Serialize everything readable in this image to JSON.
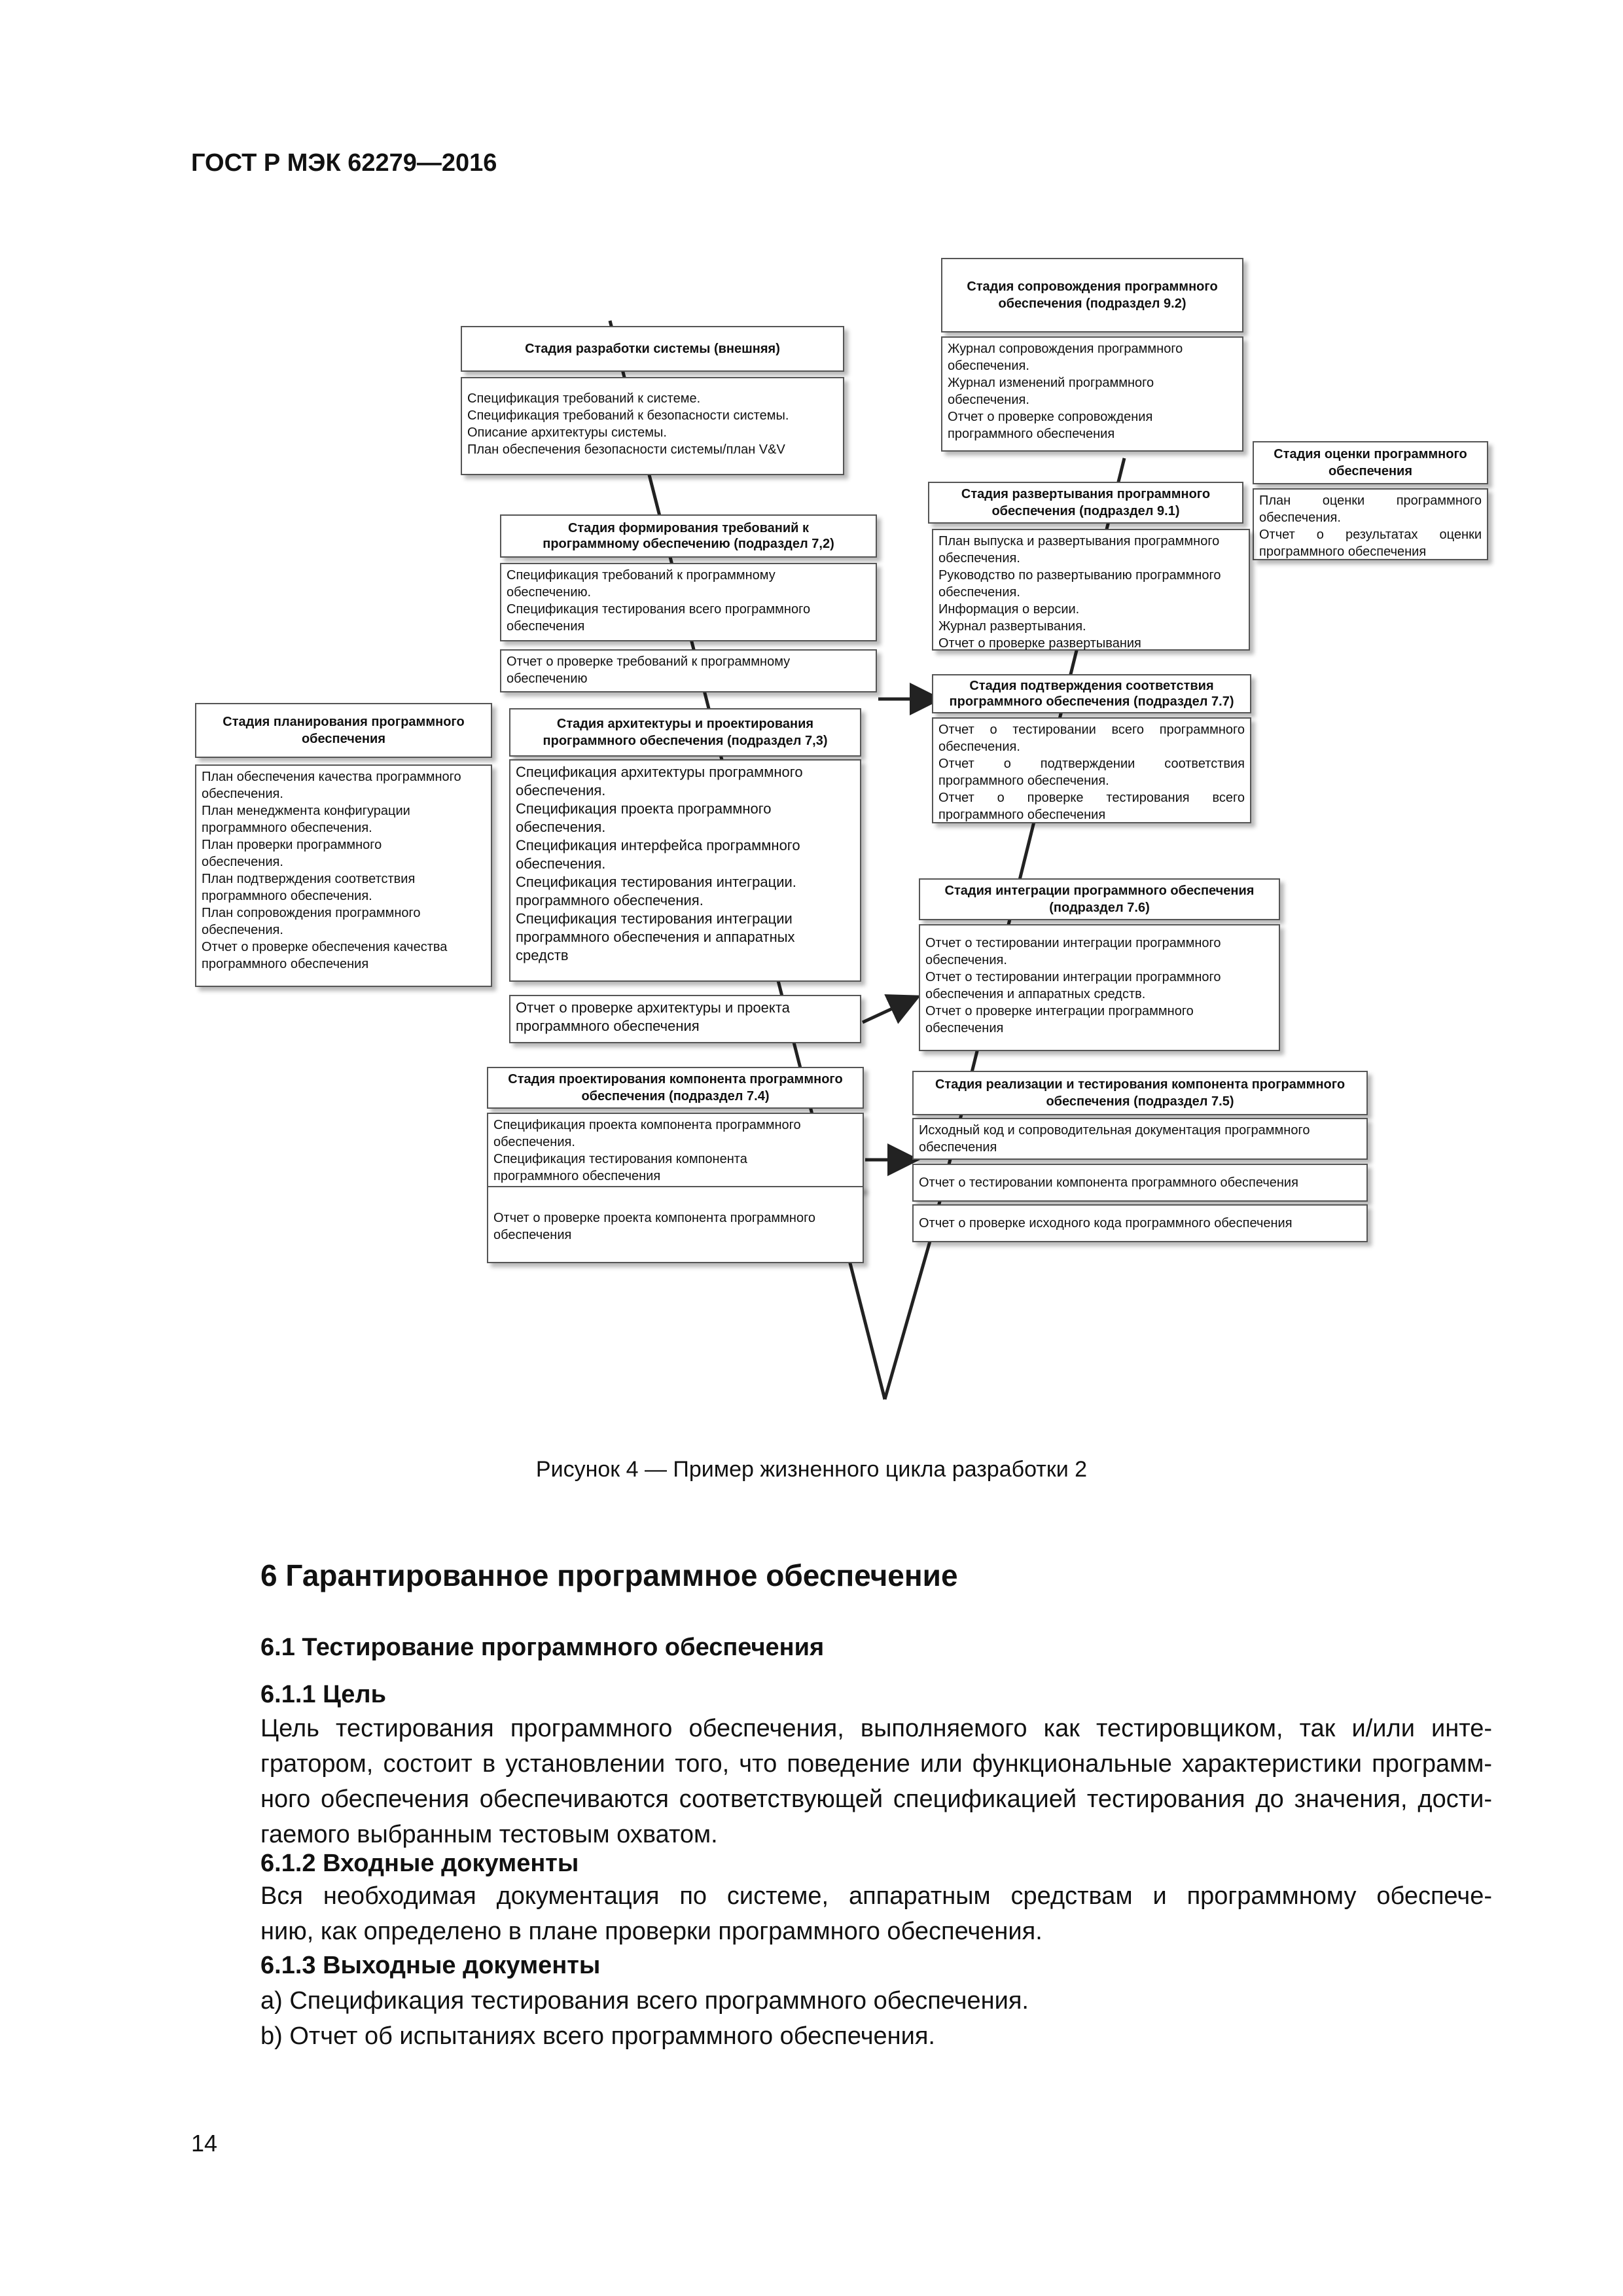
{
  "header": "ГОСТ Р МЭК 62279—2016",
  "diagram": {
    "system_dev": {
      "title": "Стадия разработки системы (внешняя)",
      "lines": [
        "Спецификация  требований к системе.",
        "Спецификация требований к безопасности системы.",
        "Описание архитектуры системы.",
        "План обеспечения безопасности системы/план V&V"
      ]
    },
    "req": {
      "title": [
        "Стадия формирования требований к",
        "программному обеспечению (подраздел 7,2)"
      ],
      "lines": [
        "Спецификация требований к программному",
        "обеспечению.",
        "Спецификация тестирования всего программного",
        "обеспечения"
      ],
      "report": [
        "Отчет о проверке требований к программному",
        "обеспечению"
      ]
    },
    "planning": {
      "title": [
        "Стадия планирования программного",
        "обеспечения"
      ],
      "lines": [
        "План обеспечения качества программного",
        "обеспечения.",
        "План менеджмента конфигурации",
        "программного обеспечения.",
        "План проверки программного",
        "обеспечения.",
        "План подтверждения соответствия",
        "программного обеспечения.",
        "План сопровождения программного",
        "обеспечения.",
        "Отчет о проверке обеспечения качества",
        "программного обеспечения"
      ]
    },
    "arch": {
      "title": [
        "Стадия архитектуры и проектирования",
        "программного обеспечения (подраздел 7,3)"
      ],
      "lines": [
        "Спецификация архитектуры программного",
        "обеспечения.",
        "Спецификация проекта программного",
        "обеспечения.",
        "Спецификация интерфейса программного",
        "обеспечения.",
        "Спецификация тестирования интеграции.",
        "программного обеспечения.",
        "Спецификация тестирования интеграции",
        "программного обеспечения и аппаратных",
        "средств"
      ],
      "report": [
        "Отчет о проверке архитектуры и проекта",
        "программного обеспечения"
      ]
    },
    "component": {
      "title": [
        "Стадия проектирования компонента программного",
        "обеспечения (подраздел 7.4)"
      ],
      "lines": [
        "Спецификация проекта компонента программного",
        "обеспечения.",
        "Спецификация тестирования компонента",
        "программного обеспечения"
      ],
      "report": [
        "Отчет о проверке проекта компонента программного",
        "обеспечения"
      ]
    },
    "maintenance": {
      "title": [
        "Стадия сопровождения программного",
        "обеспечения (подраздел 9.2)"
      ],
      "lines": [
        "Журнал сопровождения программного",
        "обеспечения.",
        "Журнал изменений программного",
        "обеспечения.",
        "Отчет о проверке сопровождения",
        "программного обеспечения"
      ]
    },
    "assessment": {
      "title": [
        "Стадия оценки программного",
        "обеспечения"
      ],
      "lines": [
        "План оценки программного",
        "обеспечения.",
        "Отчет о результатах оценки",
        "программного обеспечения"
      ]
    },
    "deployment": {
      "title": [
        "Стадия развертывания программного",
        "обеспечения (подраздел 9.1)"
      ],
      "lines": [
        "План выпуска и развертывания программного",
        "обеспечения.",
        "Руководство по развертыванию программного",
        "обеспечения.",
        "Информация о версии.",
        "Журнал развертывания.",
        "Отчет о проверке развертывания"
      ]
    },
    "validation": {
      "title": [
        "Стадия подтверждения соответствия",
        "программного обеспечения (подраздел 7.7)"
      ],
      "lines": [
        "Отчет о тестировании всего программного",
        "обеспечения.",
        "Отчет о подтверждении соответствия",
        "программного обеспечения.",
        "Отчет о проверке тестирования всего",
        "программного обеспечения"
      ]
    },
    "integration": {
      "title": [
        "Стадия интеграции программного обеспечения",
        "(подраздел 7.6)"
      ],
      "lines": [
        "Отчет о тестировании интеграции программного",
        "обеспечения.",
        "Отчет о тестировании интеграции программного",
        "обеспечения и аппаратных средств.",
        "Отчет о проверке интеграции программного",
        "обеспечения"
      ]
    },
    "implementation": {
      "title": [
        "Стадия реализации и тестирования компонента программного",
        "обеспечения (подраздел 7.5)"
      ],
      "lines": [
        "Исходный код  и сопроводительная документация программного",
        "обеспечения"
      ],
      "report1": "Отчет о тестировании компонента программного обеспечения",
      "report2": "Отчет о проверке исходного кода программного обеспечения"
    }
  },
  "caption": "Рисунок 4 — Пример жизненного цикла разработки 2",
  "section": {
    "h1": "6 Гарантированное программное обеспечение",
    "h2": "6.1 Тестирование программного обеспечения",
    "h3_goal": "6.1.1 Цель",
    "goal_lines": [
      "Цель тестирования программного обеспечения, выполняемого как тестировщиком, так и/или инте-",
      "гратором, состоит в установлении того, что поведение или функциональные характеристики программ-",
      "ного обеспечения обеспечиваются соответствующей спецификацией тестирования до значения, дости-",
      "гаемого выбранным тестовым охватом."
    ],
    "h3_inputs": "6.1.2 Входные документы",
    "inputs_lines": [
      "Вся необходимая документация по системе, аппаратным средствам и программному обеспече-",
      "нию, как определено в плане проверки программного обеспечения."
    ],
    "h3_outputs": "6.1.3 Выходные документы",
    "out_a": "a) Спецификация тестирования всего программного обеспечения.",
    "out_b": "b) Отчет об испытаниях всего программного обеспечения."
  },
  "page_number": "14"
}
